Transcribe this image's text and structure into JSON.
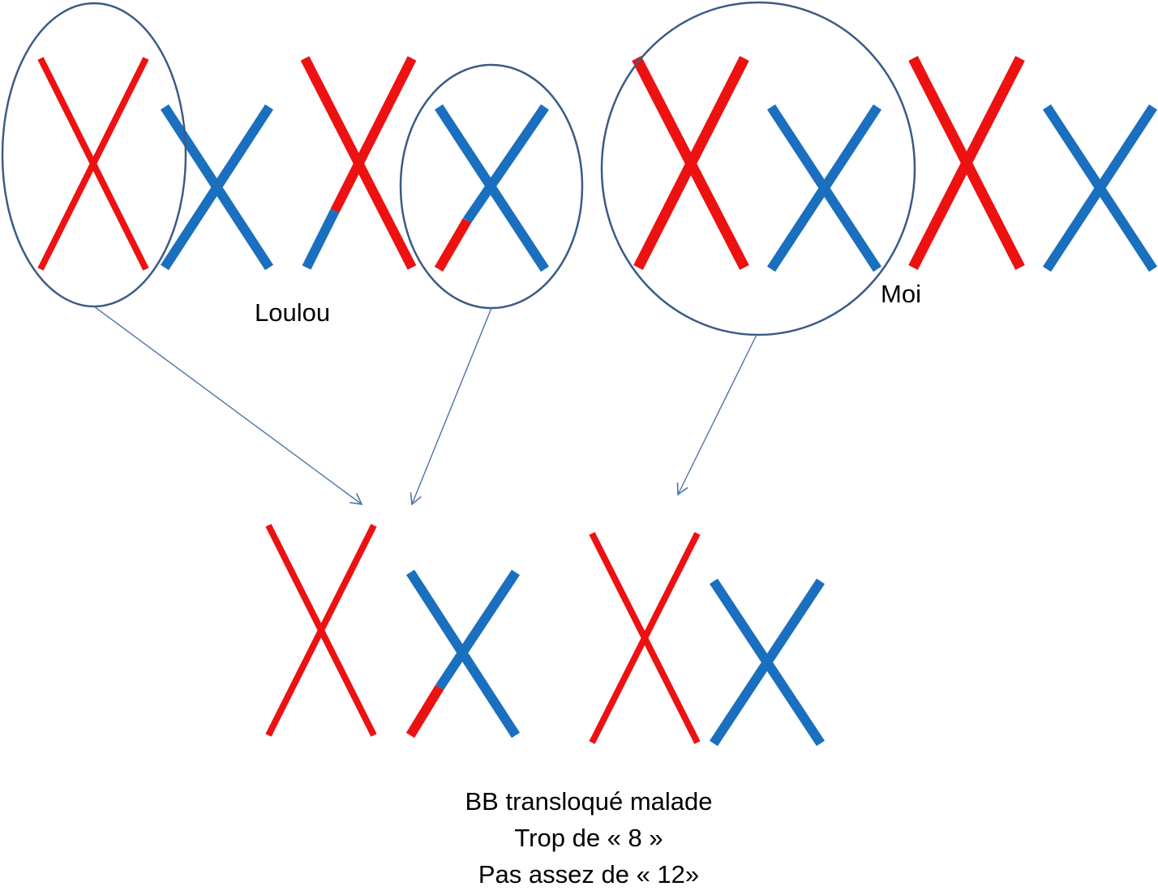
{
  "labels": {
    "loulou": "Loulou",
    "moi": "Moi"
  },
  "caption": {
    "line1": "BB transloqué malade",
    "line2": "Trop de « 8 »",
    "line3": "Pas assez de « 12»"
  },
  "colors": {
    "red": "#ee1111",
    "blue": "#1a6fbf",
    "outline": "#3b5b85",
    "text": "#000000"
  }
}
